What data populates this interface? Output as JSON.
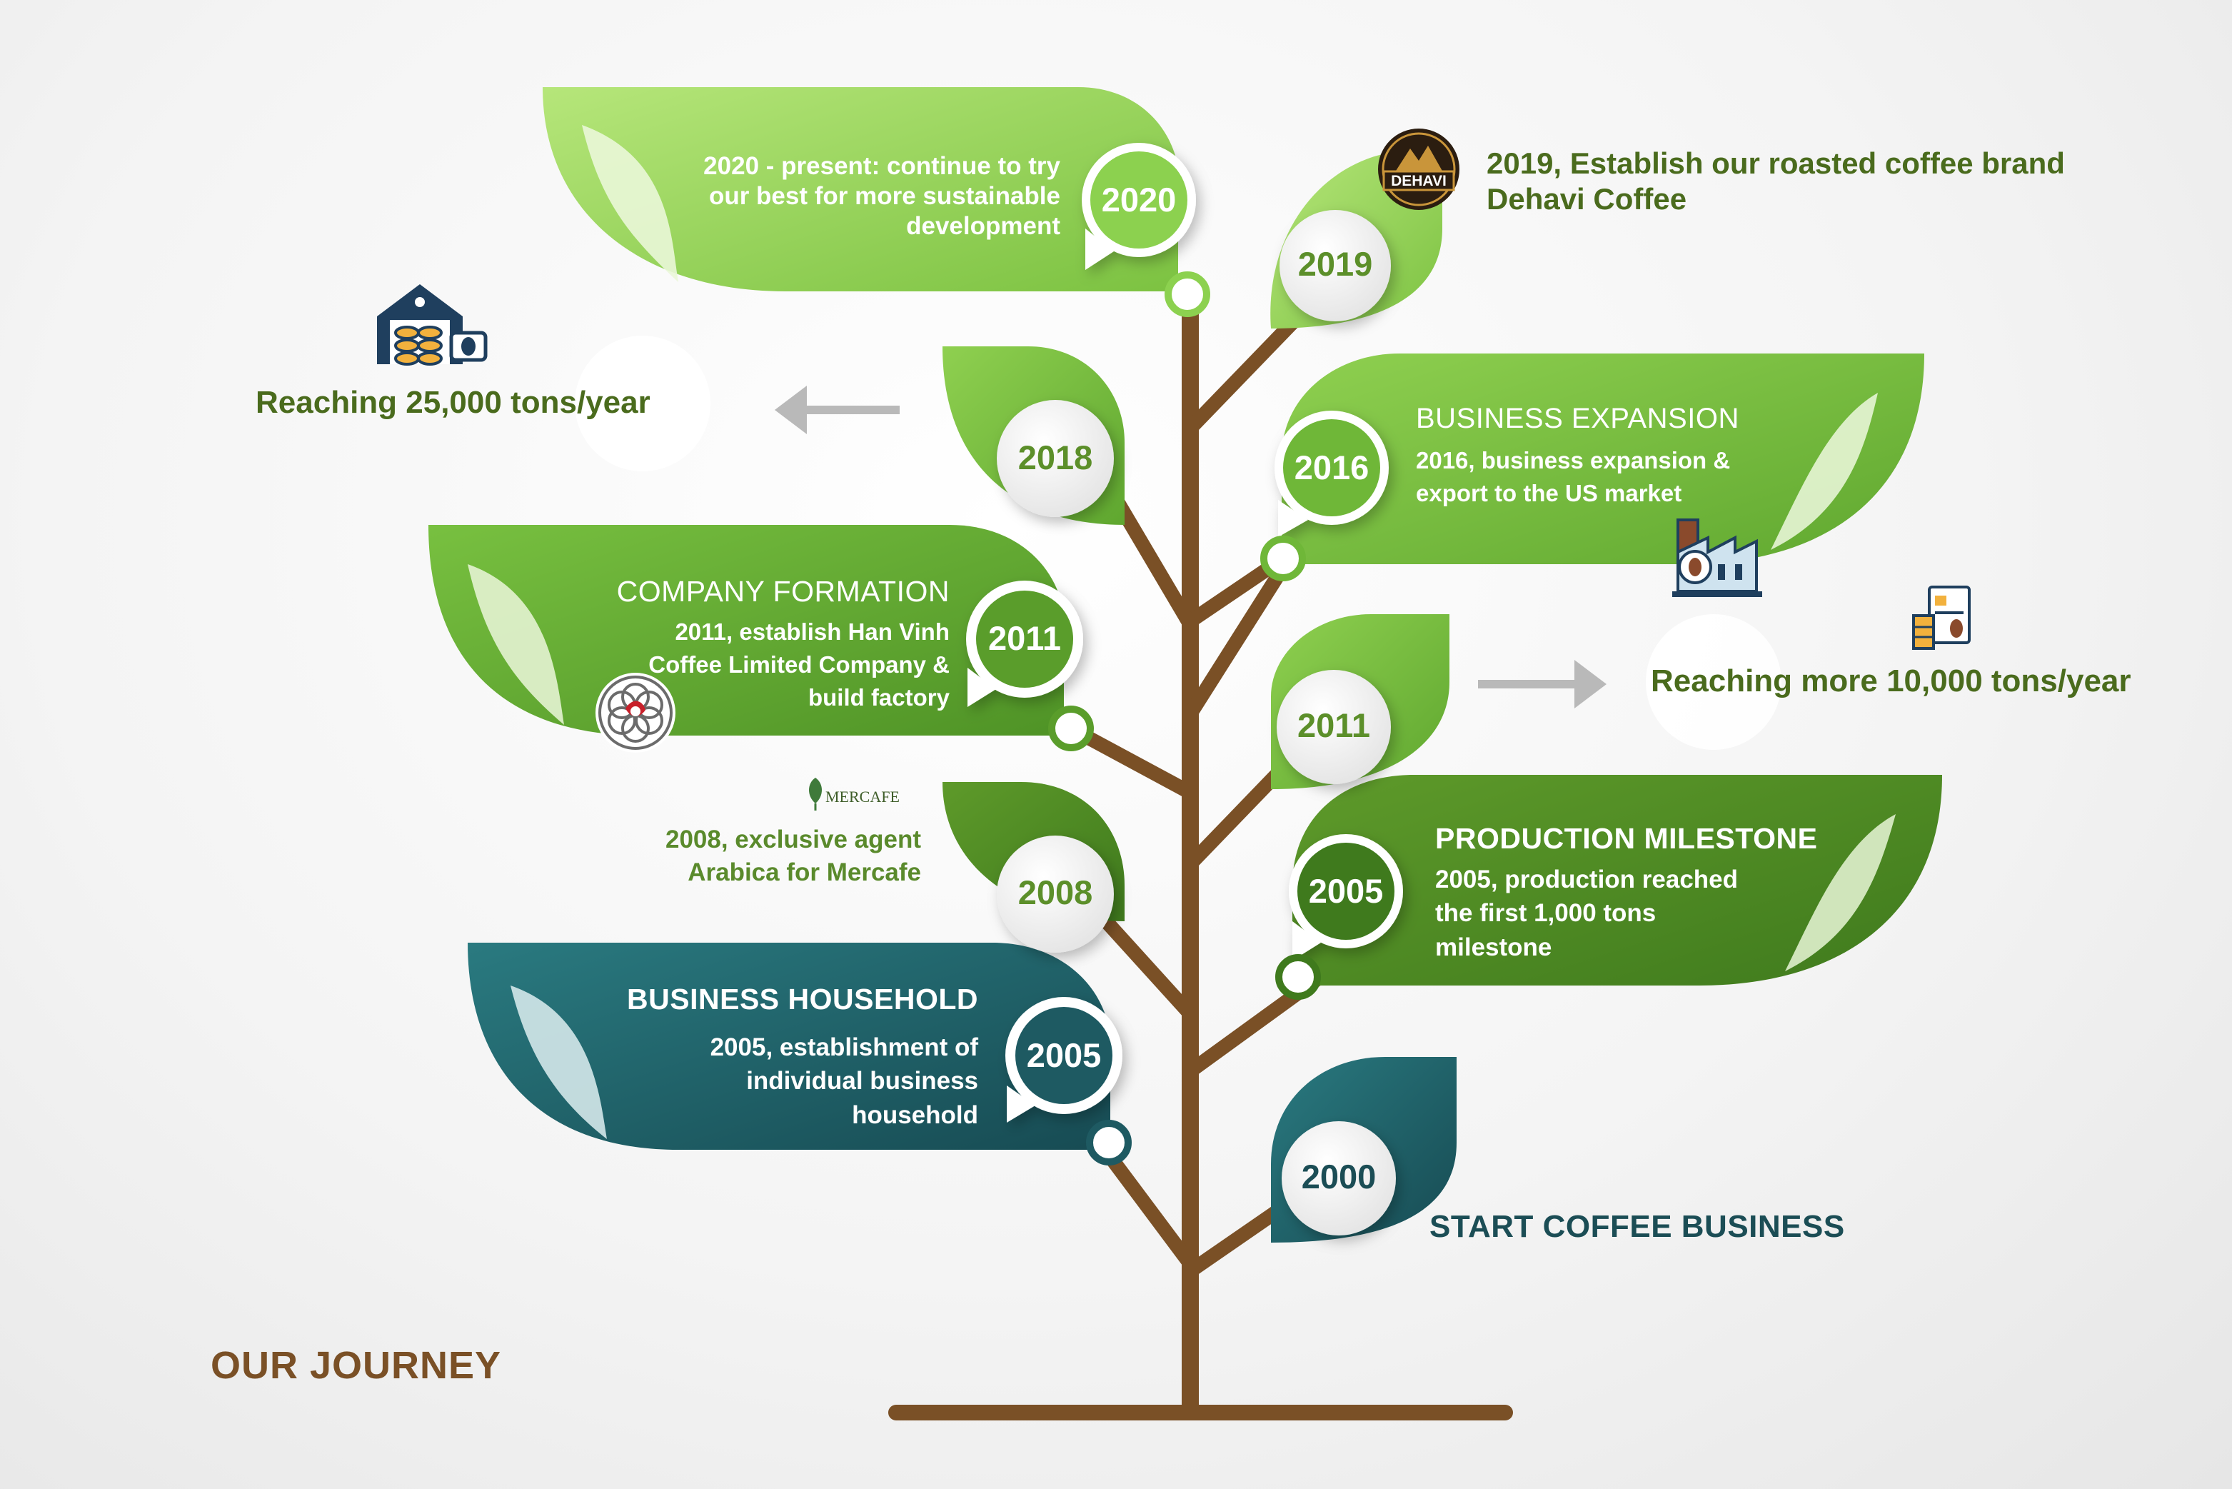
{
  "title": "OUR JOURNEY",
  "colors": {
    "trunk": "#7a5026",
    "light_green": "#9bd45f",
    "mid_green": "#6bb238",
    "dark_green": "#4f8a23",
    "teal": "#1e5a62",
    "olive_text": "#4a6b1d",
    "teal_text": "#1b4d55"
  },
  "milestones": {
    "m2020": {
      "year": "2020",
      "text": "2020 - present: continue to try our best for more sustainable development"
    },
    "m2019": {
      "year": "2019",
      "text": "2019, Establish our roasted coffee brand Dehavi Coffee"
    },
    "m2018": {
      "year": "2018",
      "note": "Reaching 25,000 tons/year"
    },
    "m2016": {
      "year": "2016",
      "heading": "BUSINESS EXPANSION",
      "text": "2016, business expansion & export to the US market"
    },
    "m2011a": {
      "year": "2011",
      "heading": "COMPANY FORMATION",
      "text": "2011, establish Han Vinh Coffee Limited Company & build factory"
    },
    "m2011b": {
      "year": "2011",
      "note": "Reaching more 10,000 tons/year"
    },
    "m2008": {
      "year": "2008",
      "text": "2008, exclusive agent Arabica for Mercafe"
    },
    "m2005a": {
      "year": "2005",
      "heading": "PRODUCTION MILESTONE",
      "text": "2005, production reached the first 1,000 tons milestone"
    },
    "m2005b": {
      "year": "2005",
      "heading": "BUSINESS HOUSEHOLD",
      "text": "2005, establishment of individual business household"
    },
    "m2000": {
      "year": "2000",
      "heading": "START COFFEE BUSINESS"
    }
  },
  "logos": {
    "dehavi": "DEHAVI",
    "mercafe": "MERCAFE"
  },
  "icons": [
    "warehouse-icon",
    "factory-icon",
    "coffee-bag-icon",
    "dehavi-logo",
    "mercafe-logo",
    "company-seal-logo",
    "arrow-left-icon",
    "arrow-right-icon"
  ]
}
